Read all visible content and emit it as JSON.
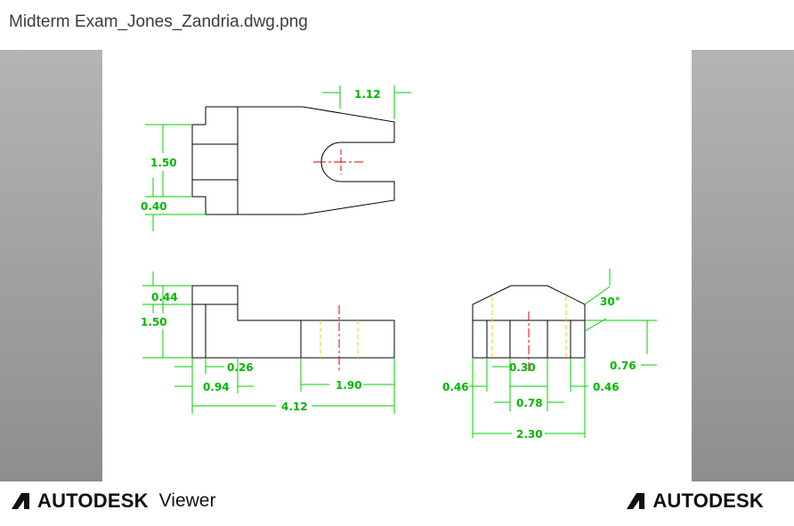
{
  "window": {
    "title": "Midterm Exam_Jones_Zandria.dwg.png"
  },
  "footer": {
    "left_brand": "AUTODESK",
    "left_product": "Viewer",
    "right_brand": "AUTODESK"
  },
  "drawing": {
    "top_view": {
      "dim_width_tip": "1.12",
      "dim_height": "1.50",
      "dim_bottom": "0.40"
    },
    "front_view": {
      "dim_044": "0.44",
      "dim_150": "1.50",
      "dim_026": "0.26",
      "dim_094": "0.94",
      "dim_190": "1.90",
      "dim_412": "4.12"
    },
    "side_view": {
      "dim_angle": "30°",
      "dim_076": "0.76",
      "dim_030": "0.30",
      "dim_046_left": "0.46",
      "dim_046_right": "0.46",
      "dim_078": "0.78",
      "dim_230": "2.30"
    }
  },
  "colors": {
    "dimension": "#00d000",
    "centerline": "#e00000",
    "hidden": "#e8d000",
    "object": "#000000"
  }
}
